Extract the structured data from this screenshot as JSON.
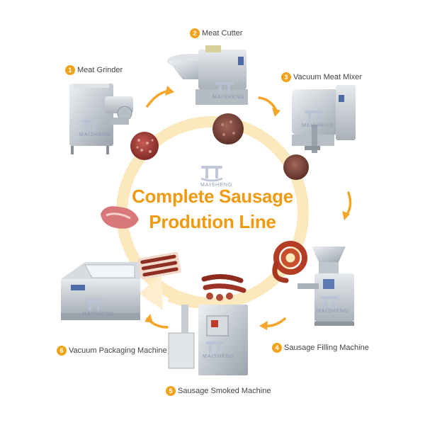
{
  "title": {
    "line1": "Complete Sausage",
    "line2": "Prodution Line"
  },
  "watermark": "MAISHENG",
  "colors": {
    "accent": "#f0a31b",
    "title": "#f09a12",
    "ring": "#fbe8bd",
    "arrow": "#f3a62a",
    "steel": "#c9ced4"
  },
  "steps": [
    {
      "number": "1",
      "label": "Meat Grinder"
    },
    {
      "number": "2",
      "label": "Meat Cutter"
    },
    {
      "number": "3",
      "label": "Vacuum Meat Mixer"
    },
    {
      "number": "4",
      "label": "Sausage Filling Machine"
    },
    {
      "number": "5",
      "label": "Sausage Smoked Machine"
    },
    {
      "number": "6",
      "label": "Vacuum Packaging Machine"
    }
  ]
}
